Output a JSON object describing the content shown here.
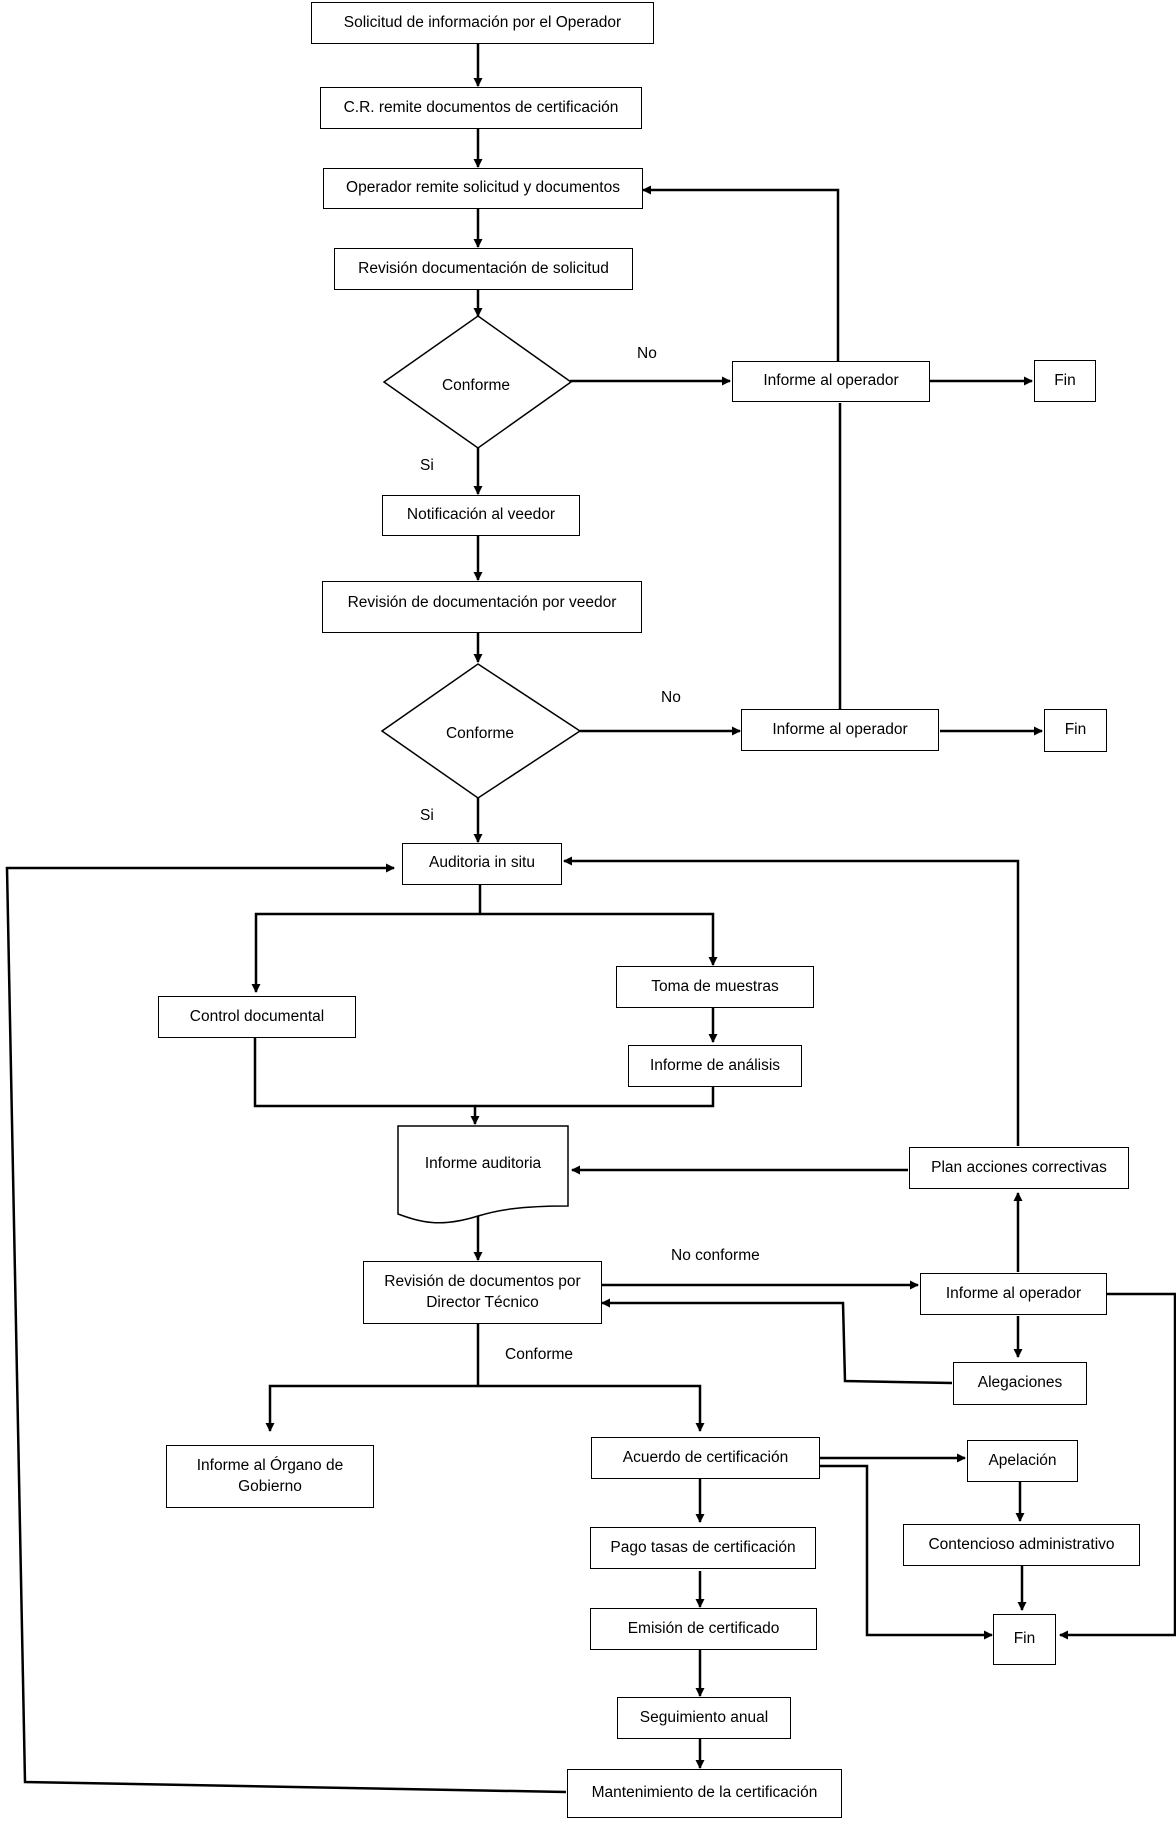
{
  "nodes": {
    "solicitud_info": "Solicitud de información por el Operador",
    "cr_remite": "C.R. remite documentos de certificación",
    "operador_remite": "Operador remite solicitud y documentos",
    "revision_solicitud": "Revisión documentación de solicitud",
    "conforme_1": "Conforme",
    "informe_operador_1": "Informe al operador",
    "fin_1": "Fin",
    "notificacion_veedor": "Notificación al veedor",
    "revision_veedor": "Revisión de documentación por veedor",
    "conforme_2": "Conforme",
    "informe_operador_2": "Informe al operador",
    "fin_2": "Fin",
    "auditoria": "Auditoria in situ",
    "control_documental": "Control documental",
    "toma_muestras": "Toma de muestras",
    "informe_analisis": "Informe de análisis",
    "informe_auditoria": "Informe auditoria",
    "plan_acciones": "Plan acciones correctivas",
    "revision_director": "Revisión de documentos por Director Técnico",
    "informe_operador_3": "Informe al operador",
    "alegaciones": "Alegaciones",
    "informe_organo": "Informe al Órgano de Gobierno",
    "acuerdo": "Acuerdo de certificación",
    "apelacion": "Apelación",
    "contencioso": "Contencioso administrativo",
    "pago_tasas": "Pago tasas de certificación",
    "emision": "Emisión de certificado",
    "fin_3": "Fin",
    "seguimiento": "Seguimiento anual",
    "mantenimiento": "Mantenimiento de la certificación"
  },
  "labels": {
    "no_1": "No",
    "si_1": "Si",
    "no_2": "No",
    "si_2": "Si",
    "no_conforme": "No conforme",
    "conforme": "Conforme"
  }
}
